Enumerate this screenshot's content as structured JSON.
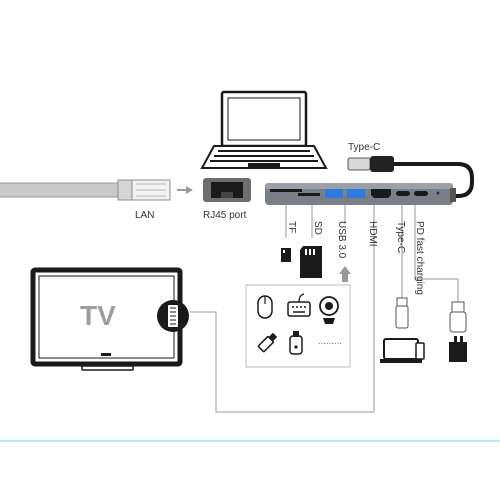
{
  "labels": {
    "type_c_cable": "Type-C",
    "lan": "LAN",
    "rj45": "RJ45 port",
    "tf": "TF",
    "sd": "SD",
    "usb": "USB 3.0",
    "hdmi": "HDMI",
    "type_c_port": "Type-C",
    "pd": "PD fast charging",
    "tv": "TV"
  },
  "devices_box": {
    "items": [
      "mouse-icon",
      "keyboard-icon",
      "webcam-icon",
      "usb-drive-icon",
      "usb-adapter-icon",
      "more-dots"
    ],
    "more_text": "·········"
  },
  "colors": {
    "line": "#999999",
    "dark": "#1a1a1a",
    "hub_gray": "#7a7f87",
    "port_blue": "#2e7be0",
    "footer_line": "#7fd3e6"
  }
}
